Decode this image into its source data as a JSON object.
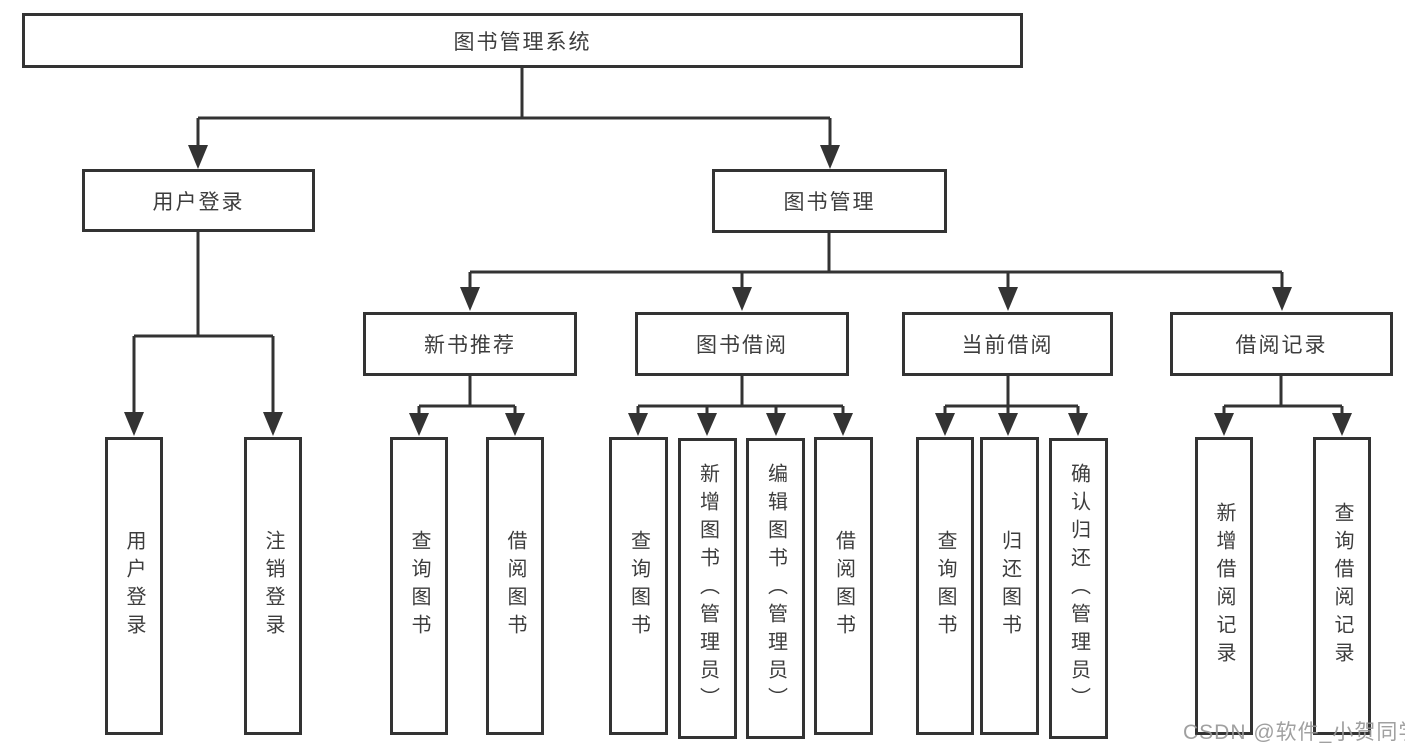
{
  "diagram": {
    "type": "hierarchy-tree",
    "colors": {
      "border": "#333333",
      "line": "#333333",
      "text": "#3d3d3d",
      "background": "#ffffff",
      "watermark": "#989898"
    },
    "tree": {
      "label": "图书管理系统",
      "children": [
        {
          "label": "用户登录",
          "children": [
            {
              "label": "用户登录"
            },
            {
              "label": "注销登录"
            }
          ]
        },
        {
          "label": "图书管理",
          "children": [
            {
              "label": "新书推荐",
              "children": [
                {
                  "label": "查询图书"
                },
                {
                  "label": "借阅图书"
                }
              ]
            },
            {
              "label": "图书借阅",
              "children": [
                {
                  "label": "查询图书"
                },
                {
                  "label": "新增图书（管理员）"
                },
                {
                  "label": "编辑图书（管理员）"
                },
                {
                  "label": "借阅图书"
                }
              ]
            },
            {
              "label": "当前借阅",
              "children": [
                {
                  "label": "查询图书"
                },
                {
                  "label": "归还图书"
                },
                {
                  "label": "确认归还（管理员）"
                }
              ]
            },
            {
              "label": "借阅记录",
              "children": [
                {
                  "label": "新增借阅记录"
                },
                {
                  "label": "查询借阅记录"
                }
              ]
            }
          ]
        }
      ]
    },
    "watermark": {
      "text": "CSDN @软件_小贺同学"
    }
  }
}
